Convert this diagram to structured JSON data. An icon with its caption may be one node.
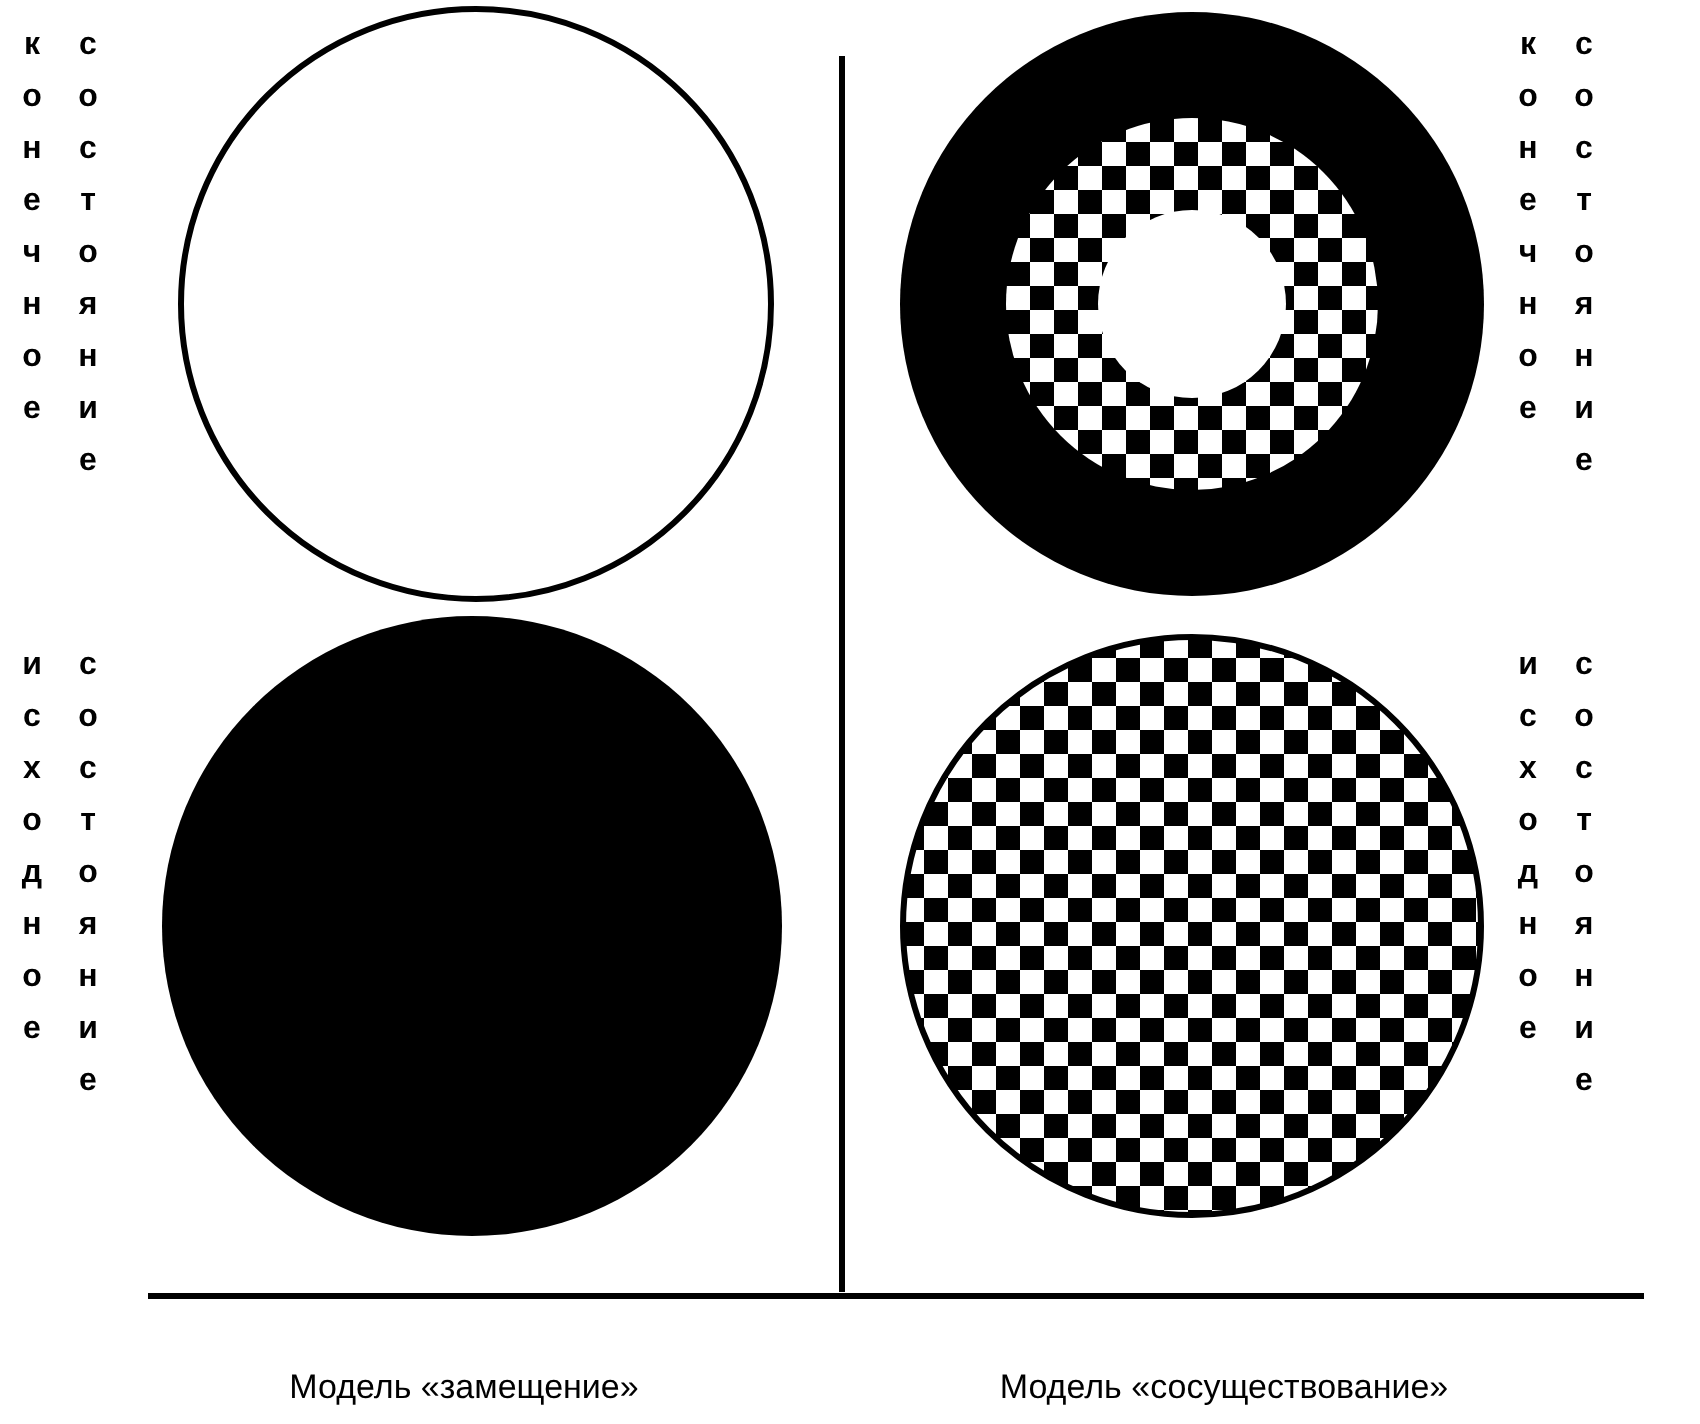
{
  "diagram": {
    "nodes": [
      {
        "text": [],
        "shape": "circle"
      },
      {
        "text": [],
        "shape": "circle"
      },
      {
        "text": [],
        "shape": "circle",
        "in": 1
      },
      {
        "text": [],
        "shape": "circle",
        "in": 2
      },
      {
        "text": [],
        "shape": "circle"
      },
      {
        "text": [],
        "shape": "circle"
      }
    ],
    "edges": [],
    "labels": [
      "конечное",
      "состояние",
      "конечное",
      "состояние",
      "исходное",
      "состояние",
      "исходное",
      "состояние",
      "Модель «замещение»",
      "Модель «сосуществование»"
    ]
  }
}
